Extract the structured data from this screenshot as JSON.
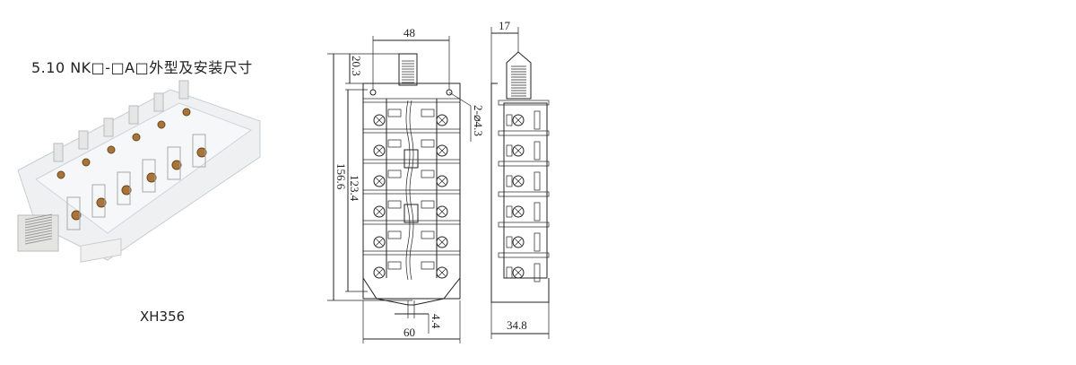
{
  "section_title": "5.10 NK□-□A□外型及安装尺寸",
  "product_photo": {
    "model_label": "XH356"
  },
  "front_view": {
    "dim_top_width": "48",
    "dim_total_height": "156.6",
    "dim_top_offset": "20.3",
    "dim_mount_height": "123.4",
    "dim_holes": "2-⌀4.3",
    "dim_shaft": "4.4",
    "dim_base_width": "60",
    "rows": 6
  },
  "side_view": {
    "dim_top": "17",
    "dim_base": "34.8",
    "rows": 6
  },
  "colors": {
    "line": "#222222",
    "plastic": "#e8e8e8",
    "brass": "#a8743a"
  }
}
